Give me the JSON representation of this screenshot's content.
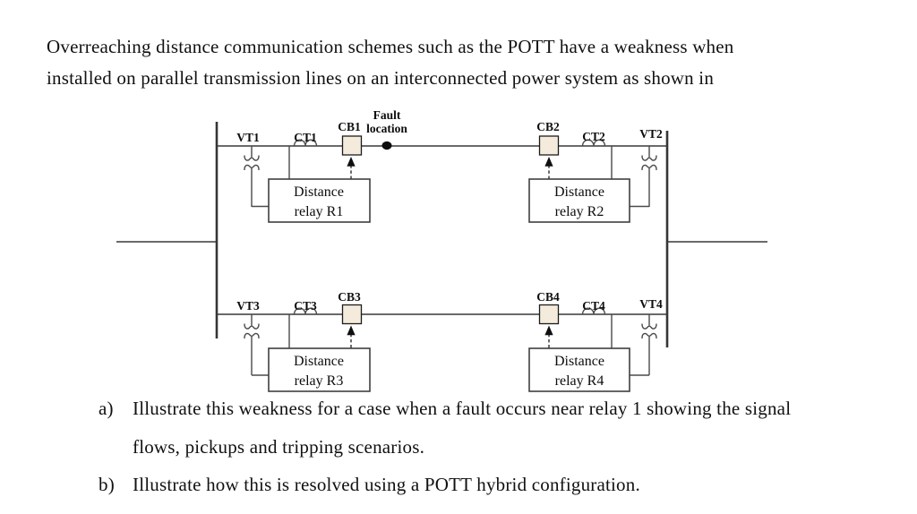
{
  "intro": {
    "line1": "Overreaching distance communication schemes such as the POTT have a weakness when",
    "line2": "installed on parallel transmission lines on an interconnected power system as shown in"
  },
  "diagram": {
    "colors": {
      "breaker_fill": "#f4ebdc",
      "wire": "#383838"
    },
    "components": {
      "vt1": "VT1",
      "ct1": "CT1",
      "cb1": "CB1",
      "fault_label_line1": "Fault",
      "fault_label_line2": "location",
      "cb2": "CB2",
      "ct2": "CT2",
      "vt2": "VT2",
      "vt3": "VT3",
      "ct3": "CT3",
      "cb3": "CB3",
      "cb4": "CB4",
      "ct4": "CT4",
      "vt4": "VT4"
    },
    "relays": {
      "r1_line1": "Distance",
      "r1_line2": "relay R1",
      "r2_line1": "Distance",
      "r2_line2": "relay R2",
      "r3_line1": "Distance",
      "r3_line2": "relay R3",
      "r4_line1": "Distance",
      "r4_line2": "relay R4"
    }
  },
  "questions": {
    "a_marker": "a)",
    "a_line1": "Illustrate this weakness for a case when a fault occurs near relay 1 showing the signal",
    "a_line2": "flows, pickups and tripping scenarios.",
    "b_marker": "b)",
    "b_text": "Illustrate how this is resolved using a POTT hybrid configuration."
  }
}
